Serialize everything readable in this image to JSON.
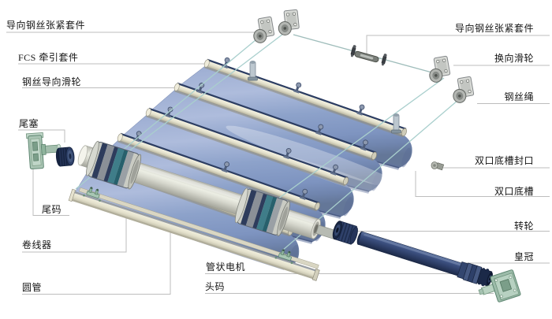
{
  "diagram_subject": "FCS 系统部件分解图",
  "colors": {
    "background": "#ffffff",
    "label_color": "#151515",
    "leader_gray": "#bdbdbd",
    "slat_blue": "#8da2ca",
    "slat_edge_dark": "#45567f",
    "rail_ivory": "#eae7d4",
    "wire_teal": "#a9cfcd",
    "motor_navy": "#2e4068",
    "bracket_green": "#a9c4b3",
    "tube_gray": "#d6d7cd"
  },
  "labels": {
    "left": [
      {
        "id": "guide-wire-tension-kit",
        "text": "导向钢丝张紧套件"
      },
      {
        "id": "fcs-traction-kit",
        "text": "FCS 牵引套件"
      },
      {
        "id": "wire-guide-pulley",
        "text": "钢丝导向滑轮"
      },
      {
        "id": "tail-plug",
        "text": "尾塞"
      },
      {
        "id": "tail-bracket",
        "text": "尾码"
      },
      {
        "id": "cord-winder",
        "text": "卷线器"
      },
      {
        "id": "round-tube",
        "text": "圆管"
      },
      {
        "id": "tubular-motor",
        "text": "管状电机"
      },
      {
        "id": "head-bracket",
        "text": "头码"
      }
    ],
    "right": [
      {
        "id": "guide-wire-tension-kit",
        "text": "导向钢丝张紧套件"
      },
      {
        "id": "reversing-pulley",
        "text": "换向滑轮"
      },
      {
        "id": "wire-rope",
        "text": "钢丝绳"
      },
      {
        "id": "bottom-channel-seal",
        "text": "双口底槽封口"
      },
      {
        "id": "double-bottom-channel",
        "text": "双口底槽"
      },
      {
        "id": "drive-wheel",
        "text": "转轮"
      },
      {
        "id": "crown",
        "text": "皇冠"
      }
    ]
  }
}
